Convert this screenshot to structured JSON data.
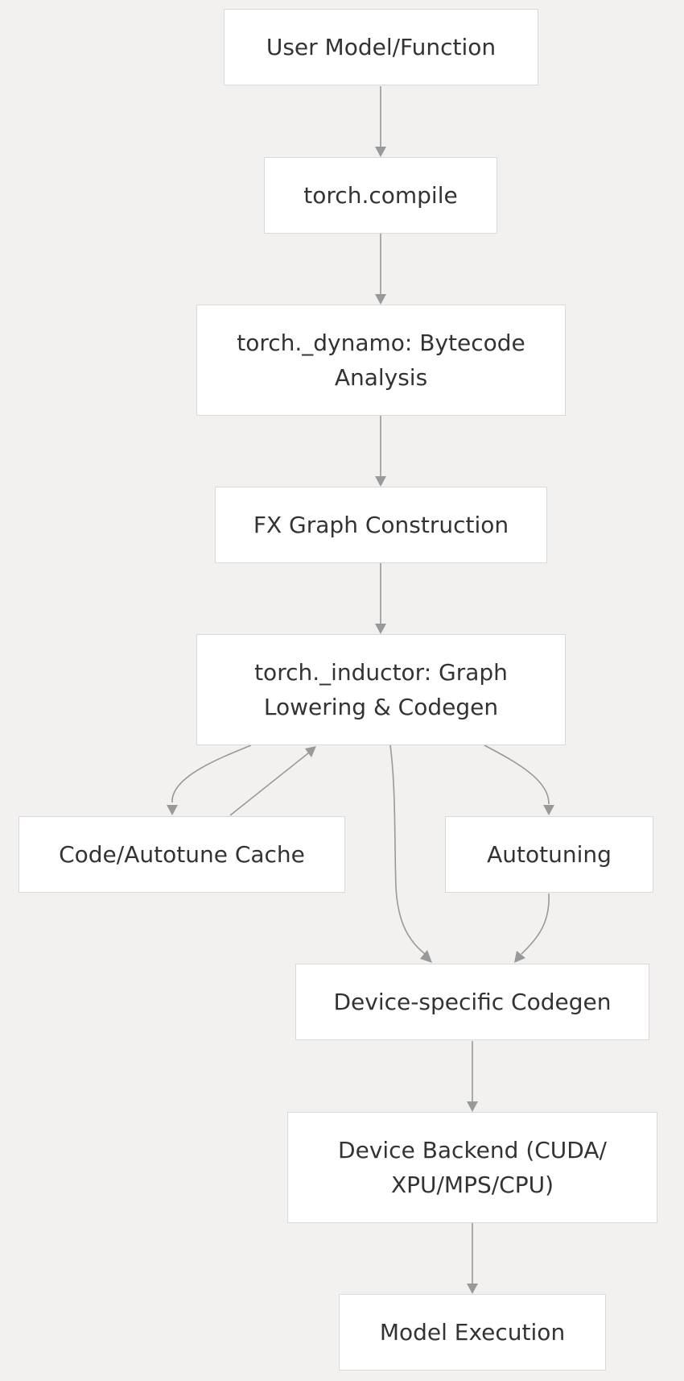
{
  "diagram": {
    "type": "flowchart",
    "colors": {
      "background": "#f2f1f0",
      "node_fill": "#ffffff",
      "node_border": "#d9d9d9",
      "edge": "#999999",
      "text": "#333333"
    },
    "nodes": {
      "user_model": {
        "label": "User Model/Function"
      },
      "torch_compile": {
        "label": "torch.compile"
      },
      "dynamo": {
        "label": "torch._dynamo: Bytecode Analysis"
      },
      "fx_graph": {
        "label": "FX Graph Construction"
      },
      "inductor": {
        "label": "torch._inductor: Graph Lowering & Codegen"
      },
      "cache": {
        "label": "Code/Autotune Cache"
      },
      "autotuning": {
        "label": "Autotuning"
      },
      "device_codegen": {
        "label": "Device-specific Codegen"
      },
      "device_backend": {
        "label": "Device Backend (CUDA/ XPU/MPS/CPU)"
      },
      "model_execution": {
        "label": "Model Execution"
      }
    },
    "edges": [
      {
        "from": "user_model",
        "to": "torch_compile"
      },
      {
        "from": "torch_compile",
        "to": "dynamo"
      },
      {
        "from": "dynamo",
        "to": "fx_graph"
      },
      {
        "from": "fx_graph",
        "to": "inductor"
      },
      {
        "from": "inductor",
        "to": "cache"
      },
      {
        "from": "cache",
        "to": "inductor"
      },
      {
        "from": "inductor",
        "to": "autotuning"
      },
      {
        "from": "inductor",
        "to": "device_codegen"
      },
      {
        "from": "autotuning",
        "to": "device_codegen"
      },
      {
        "from": "device_codegen",
        "to": "device_backend"
      },
      {
        "from": "device_backend",
        "to": "model_execution"
      }
    ]
  }
}
